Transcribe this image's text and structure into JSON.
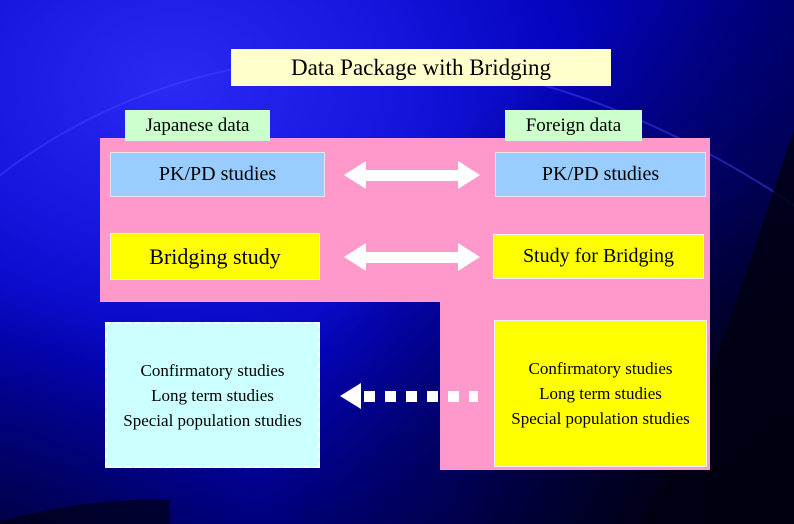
{
  "slide": {
    "title": "Data Package with Bridging"
  },
  "headers": {
    "japanese": "Japanese data",
    "foreign": "Foreign data"
  },
  "boxes": {
    "japanese_pkpd": {
      "label": "PK/PD studies"
    },
    "foreign_pkpd": {
      "label": "PK/PD studies"
    },
    "japanese_bridging": {
      "label": "Bridging study"
    },
    "foreign_bridging": {
      "label": "Study for Bridging"
    },
    "japanese_confirmatory": {
      "lines": [
        "Confirmatory studies",
        "Long term studies",
        "Special population studies"
      ]
    },
    "foreign_confirmatory": {
      "lines": [
        "Confirmatory studies",
        "Long term studies",
        "Special population studies"
      ]
    }
  },
  "icons": {
    "pkpd_link": "double-headed-arrow",
    "bridging_link": "double-headed-arrow",
    "confirmatory_link": "dashed-left-arrow"
  },
  "colors": {
    "background_blue": "#1616E0",
    "background_dark_corner": "#000010",
    "title_bg": "#FFFFCC",
    "header_bg": "#CCFFCC",
    "panel_pink": "#FF99CC",
    "pkpd_blue": "#99CCFF",
    "bridging_yellow": "#FFFF00",
    "confirmatory_cyan": "#CCFFFF",
    "arrow_white": "#FFFFFF",
    "text": "#000000"
  }
}
